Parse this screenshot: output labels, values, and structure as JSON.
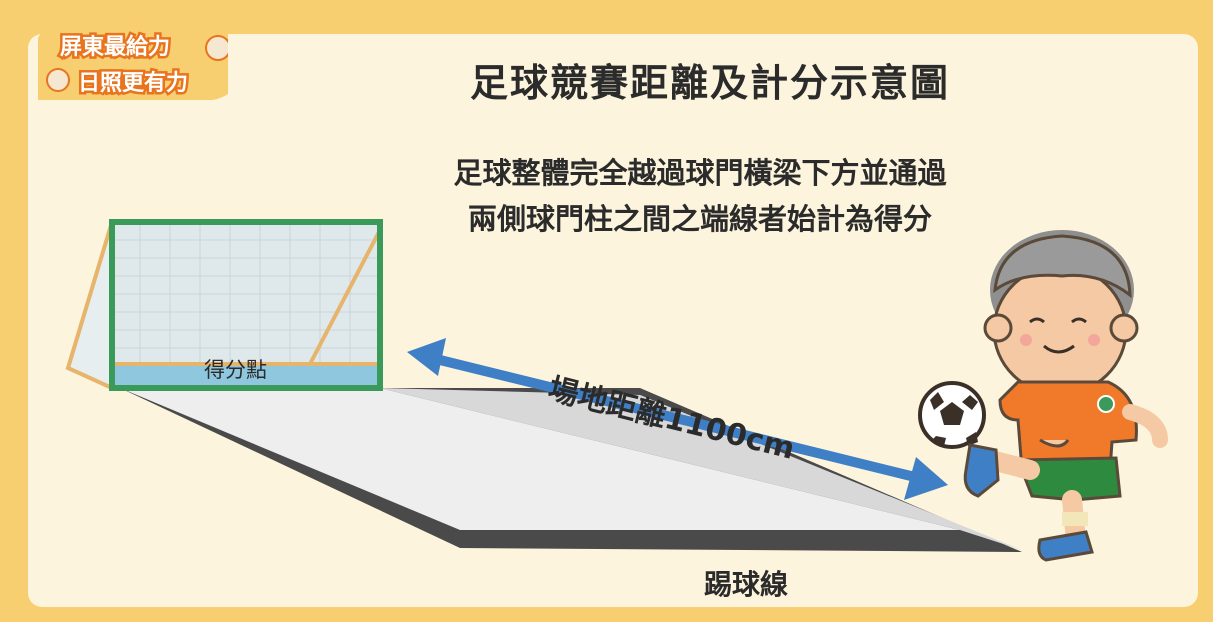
{
  "logo": {
    "line1": "屏東最給力",
    "line2": "日照更有力"
  },
  "title": "足球競賽距離及計分示意圖",
  "description": {
    "line1": "足球整體完全越過球門橫梁下方並通過",
    "line2": "兩側球門柱之間之端線者始計為得分"
  },
  "labels": {
    "goal_point": "得分點",
    "distance": "場地距離1100cm",
    "kick_line": "踢球線"
  },
  "colors": {
    "background": "#f7cf70",
    "panel": "#fcf4dc",
    "arrow": "#3f7fc6",
    "goal_post": "#3a9a5a",
    "goal_frame": "#e6b46a",
    "shirt": "#f07a2a"
  }
}
